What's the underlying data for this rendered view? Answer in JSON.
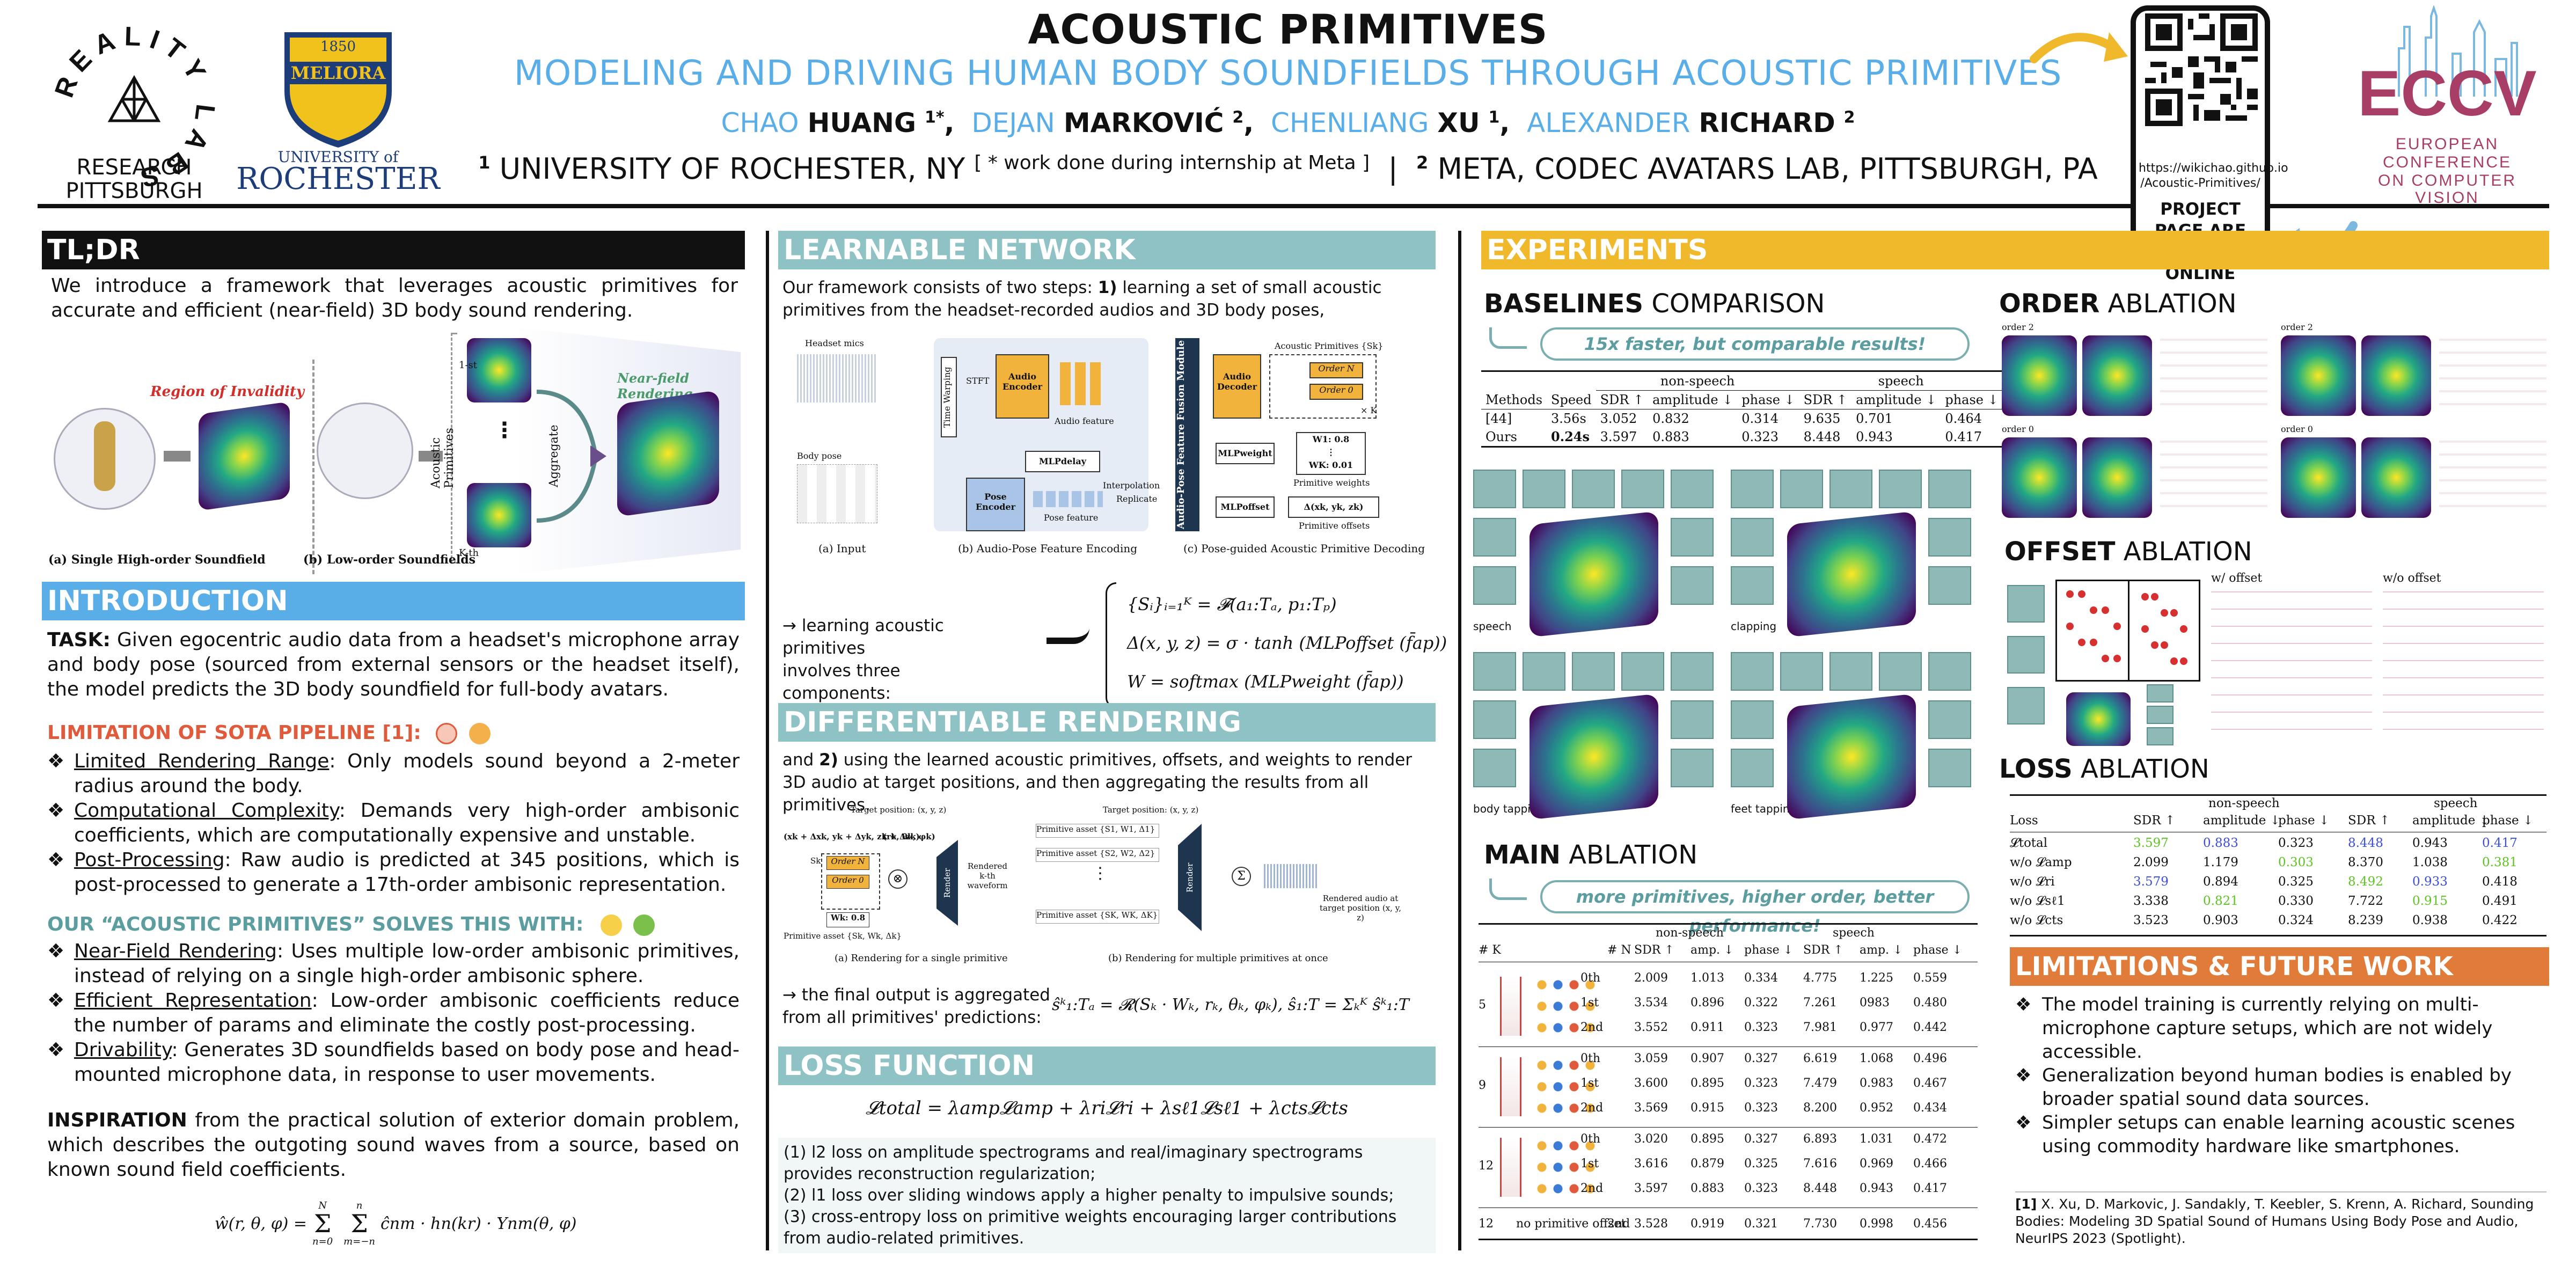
{
  "header": {
    "title": "ACOUSTIC PRIMITIVES",
    "subtitle": "MODELING AND DRIVING HUMAN BODY SOUNDFIELDS THROUGH ACOUSTIC PRIMITIVES",
    "authors": [
      {
        "first": "CHAO",
        "last": "HUANG",
        "sup": "1*"
      },
      {
        "first": "DEJAN",
        "last": "MARKOVIĆ",
        "sup": "2"
      },
      {
        "first": "CHENLIANG",
        "last": "XU",
        "sup": "1"
      },
      {
        "first": "ALEXANDER",
        "last": "RICHARD",
        "sup": "2"
      }
    ],
    "affil1": "UNIVERSITY OF ROCHESTER, NY",
    "affil1_sup": "1",
    "affil_note": "[ * work done during internship at Meta ]",
    "affil_sep": "|",
    "affil2": "META, CODEC AVATARS LAB, PITTSBURGH, PA",
    "affil2_sup": "2",
    "logo_rl_ring": "REALITY LABS",
    "logo_rl_sub1": "RESEARCH",
    "logo_rl_sub2": "PITTSBURGH",
    "logo_ur_year": "1850",
    "logo_ur_motto": "MELIORA",
    "logo_ur_line1": "UNIVERSITY of",
    "logo_ur_line2": "ROCHESTER",
    "qr_url": "https://wikichao.github.io/Acoustic-Primitives/",
    "qr_url_l1": "https://wikichao.github.io",
    "qr_url_l2": "/Acoustic-Primitives/",
    "qr_caption_l1": "PROJECT PAGE ARE",
    "qr_caption_l2": "AVAILABLE ONLINE",
    "eccv_logo": "ECCV",
    "eccv_l1": "EUROPEAN",
    "eccv_l2": "CONFERENCE",
    "eccv_l3": "ON COMPUTER",
    "eccv_l4": "VISION"
  },
  "col1": {
    "tldr_h": "TL;DR",
    "tldr": "We introduce a framework that leverages acoustic primitives for accurate and efficient (near-field) 3D body sound rendering.",
    "fig": {
      "region": "Region of Invalidity",
      "nearfield": "Near-field Rendering",
      "acoustic_primitives": "Acoustic Primitives",
      "aggregate": "Aggregate",
      "first": "1-st",
      "kth": "K-th",
      "cap_a": "(a) Single High-order Soundfield",
      "cap_b": "(b) Low-order Soundfields"
    },
    "intro_h": "INTRODUCTION",
    "task_label": "TASK:",
    "task": "Given egocentric audio data from a headset's microphone array and body pose (sourced from external sensors or the headset itself), the model predicts the 3D body soundfield for full-body avatars.",
    "lim_h": "LIMITATION OF SOTA PIPELINE [1]:",
    "lim_items": [
      {
        "k": "Limited Rendering Range",
        "v": ": Only models sound beyond a 2-meter radius around the body."
      },
      {
        "k": "Computational Complexity",
        "v": ": Demands very high-order ambisonic coefficients, which are computationally expensive and unstable."
      },
      {
        "k": "Post-Processing",
        "v": ": Raw audio is predicted at 345 positions, which is post-processed to generate a 17th-order ambisonic representation."
      }
    ],
    "ours_h": "OUR “ACOUSTIC PRIMITIVES” SOLVES THIS WITH:",
    "ours_items": [
      {
        "k": "Near-Field Rendering",
        "v": ": Uses multiple low-order ambisonic primitives, instead of relying on a single high-order ambisonic sphere."
      },
      {
        "k": "Efficient Representation",
        "v": ": Low-order ambisonic coefficients reduce the number of params and eliminate  the  costly post-processing."
      },
      {
        "k": "Drivability",
        "v": ": Generates 3D soundfields based on body pose and head-mounted microphone data, in response to user movements."
      }
    ],
    "insp_label": "INSPIRATION",
    "insp": " from the practical solution of exterior domain problem, which describes the outgoting sound waves from a source, based on known sound field coefficients.",
    "eq_lhs": "ŵ(r, θ, φ) =",
    "eq_sum1_top": "N",
    "eq_sum1_bot": "n=0",
    "eq_sum2_top": "n",
    "eq_sum2_bot": "m=−n",
    "eq_rhs": "ĉnm · hn(kr) · Ynm(θ, φ)"
  },
  "col2": {
    "net_h": "LEARNABLE NETWORK",
    "net_p_a": "Our framework consists of two steps: ",
    "net_p_b": "1)",
    "net_p_c": " learning a set of small acoustic primitives from the headset-recorded audios and 3D body poses,",
    "net_fig": {
      "headset": "Headset mics",
      "body": "Body pose",
      "tw": "Time Warping",
      "stft": "STFT",
      "ae": "Audio Encoder",
      "af": "Audio feature",
      "mlpd": "MLPdelay",
      "pe": "Pose Encoder",
      "pf": "Pose feature",
      "interp": "Interpolation",
      "repl": "Replicate",
      "fusion": "Audio-Pose Feature Fusion Module",
      "ad": "Audio Decoder",
      "ap": "Acoustic Primitives {Sk}",
      "ordN": "Order N",
      "ord0": "Order 0",
      "times": "× K",
      "mlpw": "MLPweight",
      "w1": "W1: 0.8",
      "wk": "WK: 0.01",
      "pw": "Primitive weights",
      "mlpo": "MLPoffset",
      "delta": "Δ(xk, yk, zk)",
      "po": "Primitive offsets",
      "cap_a": "(a) Input",
      "cap_b": "(b) Audio-Pose Feature Encoding",
      "cap_c": "(c) Pose-guided Acoustic Primitive Decoding"
    },
    "three_l1": "→ learning acoustic primitives",
    "three_l2": "involves three components:",
    "eq1": "{Sᵢ}ᵢ₌₁ᴷ = 𝓕(a₁:Tₐ, p₁:Tₚ)",
    "eq2": "Δ(x, y, z) = σ · tanh (MLPoffset (f̄ap))",
    "eq3": "W = softmax (MLPweight (f̄ap))",
    "diff_h": "DIFFERENTIABLE RENDERING",
    "diff_p_a": "and ",
    "diff_p_b": "2)",
    "diff_p_c": " using the learned acoustic primitives, offsets, and weights  to render 3D audio at target positions, and then aggregating the results from all primitives.",
    "diff_fig": {
      "tp": "Target position: (x, y, z)",
      "xy": "(xk + Δxk, yk + Δyk, zk + Δzk)",
      "rtp": "(rk, θk, φk)",
      "render": "Render",
      "rw": "Rendered k-th waveform",
      "pa": "Primitive asset {Sk, Wk, Δk}",
      "pa1": "Primitive asset {S1, W1, Δ1}",
      "pa2": "Primitive asset {S2, W2, Δ2}",
      "paK": "Primitive asset {SK, WK, ΔK}",
      "ra": "Rendered audio at target position (x, y, z)",
      "cap_a": "(a) Rendering for a single primitive",
      "cap_b": "(b) Rendering for multiple primitives at once",
      "sk": "Sk",
      "ordN": "Order N",
      "ord0": "Order 0",
      "wk": "Wk: 0.8"
    },
    "agg_l1": "→ the final output is aggregated",
    "agg_l2": "from all primitives' predictions:",
    "eq_agg": "ŝᵏ₁:Tₐ = 𝓡(Sₖ · Wₖ, rₖ, θₖ, φₖ),   ŝ₁:T = Σₖᴷ ŝᵏ₁:T",
    "loss_h": "LOSS FUNCTION",
    "loss_eq": "𝓛total = λamp𝓛amp + λri𝓛ri + λsℓ1𝓛sℓ1 + λcts𝓛cts",
    "loss_items": [
      "(1)  l2 loss on amplitude spectrograms and real/imaginary spectrograms provides reconstruction regularization;",
      "(2) l1 loss over sliding windows apply a higher penalty to impulsive sounds;",
      "(3) cross-entropy loss on primitive weights encouraging larger contributions from audio-related primitives."
    ]
  },
  "col3": {
    "exp_h": "EXPERIMENTS",
    "baseline_h_b": "BASELINES",
    "baseline_h_r": " COMPARISON",
    "baseline_banner": "15x faster, but comparable results!",
    "baseline_table": {
      "groups": [
        "non-speech",
        "speech"
      ],
      "headers": [
        "Methods",
        "Speed",
        "SDR ↑",
        "amplitude ↓",
        "phase ↓",
        "SDR ↑",
        "amplitude ↓",
        "phase ↓"
      ],
      "rows": [
        [
          "[44]",
          "3.56s",
          "3.052",
          "0.832",
          "0.314",
          "9.635",
          "0.701",
          "0.464"
        ],
        [
          "Ours",
          "0.24s",
          "3.597",
          "0.883",
          "0.323",
          "8.448",
          "0.943",
          "0.417"
        ]
      ]
    },
    "grid_labels": [
      "speech",
      "clapping",
      "body tapping",
      "feet tapping"
    ],
    "main_h_b": "MAIN",
    "main_h_r": " ABLATION",
    "main_banner": "more primitives, higher order, better performance!",
    "main_table": {
      "groups": [
        "non-speech",
        "speech"
      ],
      "headers": [
        "# K",
        "# N",
        "SDR ↑",
        "amp. ↓",
        "phase ↓",
        "SDR ↑",
        "amp. ↓",
        "phase ↓"
      ],
      "blocks": [
        {
          "k": "5",
          "rows": [
            [
              "0th",
              "2.009",
              "1.013",
              "0.334",
              "4.775",
              "1.225",
              "0.559"
            ],
            [
              "1st",
              "3.534",
              "0.896",
              "0.322",
              "7.261",
              "0983",
              "0.480"
            ],
            [
              "2nd",
              "3.552",
              "0.911",
              "0.323",
              "7.981",
              "0.977",
              "0.442"
            ]
          ]
        },
        {
          "k": "9",
          "rows": [
            [
              "0th",
              "3.059",
              "0.907",
              "0.327",
              "6.619",
              "1.068",
              "0.496"
            ],
            [
              "1st",
              "3.600",
              "0.895",
              "0.323",
              "7.479",
              "0.983",
              "0.467"
            ],
            [
              "2nd",
              "3.569",
              "0.915",
              "0.323",
              "8.200",
              "0.952",
              "0.434"
            ]
          ]
        },
        {
          "k": "12",
          "rows": [
            [
              "0th",
              "3.020",
              "0.895",
              "0.327",
              "6.893",
              "1.031",
              "0.472"
            ],
            [
              "1st",
              "3.616",
              "0.879",
              "0.325",
              "7.616",
              "0.969",
              "0.466"
            ],
            [
              "2nd",
              "3.597",
              "0.883",
              "0.323",
              "8.448",
              "0.943",
              "0.417"
            ]
          ]
        }
      ],
      "last": [
        "12",
        "no primitive offset",
        "2nd",
        "3.528",
        "0.919",
        "0.321",
        "7.730",
        "0.998",
        "0.456"
      ]
    }
  },
  "col4": {
    "order_h_b": "ORDER",
    "order_h_r": " ABLATION",
    "order_labels": [
      "order 2",
      "order 2",
      "order 0",
      "order 0"
    ],
    "offset_h_b": "OFFSET",
    "offset_h_r": " ABLATION",
    "offset_w": "w/ offset",
    "offset_wo": "w/o offset",
    "loss_h_b": "LOSS",
    "loss_h_r": " ABLATION",
    "loss_table": {
      "groups": [
        "non-speech",
        "speech"
      ],
      "headers": [
        "Loss",
        "SDR ↑",
        "amplitude ↓",
        "phase ↓",
        "SDR ↑",
        "amplitude ↓",
        "phase ↓"
      ],
      "rows": [
        [
          "𝓛total",
          "3.597",
          "0.883",
          "0.323",
          "8.448",
          "0.943",
          "0.417"
        ],
        [
          "w/o 𝓛amp",
          "2.099",
          "1.179",
          "0.303",
          "8.370",
          "1.038",
          "0.381"
        ],
        [
          "w/o 𝓛ri",
          "3.579",
          "0.894",
          "0.325",
          "8.492",
          "0.933",
          "0.418"
        ],
        [
          "w/o 𝓛sℓ1",
          "3.338",
          "0.821",
          "0.330",
          "7.722",
          "0.915",
          "0.491"
        ],
        [
          "w/o 𝓛cts",
          "3.523",
          "0.903",
          "0.324",
          "8.239",
          "0.938",
          "0.422"
        ]
      ],
      "green": "#5ec424",
      "blue": "#3b4fd8"
    },
    "lim_h": "LIMITATIONS & FUTURE WORK",
    "lim_items": [
      "The model training is currently relying on multi-microphone capture setups, which are not widely accessible.",
      "Generalization beyond human bodies is enabled by broader spatial sound data sources.",
      "Simpler setups can enable learning acoustic scenes using commodity hardware like smartphones."
    ],
    "ref_label": "[1]",
    "ref": " X. Xu, D. Markovic, J. Sandakly, T. Keebler, S. Krenn, A. Richard, Sounding Bodies: Modeling 3D Spatial Sound of Humans Using Body Pose and Audio, NeurIPS 2023 (Spotlight)."
  },
  "colors": {
    "blue": "#5aaee8",
    "teal": "#8fc2c4",
    "orange": "#e07b39",
    "yellow": "#f0b92c",
    "black": "#111111"
  }
}
